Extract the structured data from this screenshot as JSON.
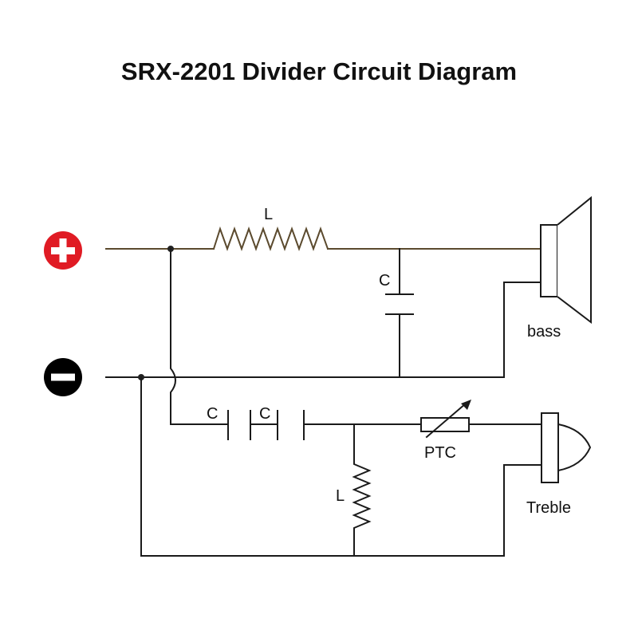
{
  "title": "SRX-2201 Divider Circuit Diagram",
  "labels": {
    "bass_inductor": "L",
    "bass_capacitor": "C",
    "treble_capacitor_1": "C",
    "treble_capacitor_2": "C",
    "ptc": "PTC",
    "treble_inductor": "L",
    "bass_speaker": "bass",
    "treble_speaker": "Treble"
  },
  "terminals": {
    "positive_symbol": "+",
    "negative_symbol": "−"
  },
  "colors": {
    "wire_positive": "#5b4a2e",
    "wire": "#1a1a1a",
    "positive_terminal": "#e01b24",
    "negative_terminal": "#000000"
  }
}
